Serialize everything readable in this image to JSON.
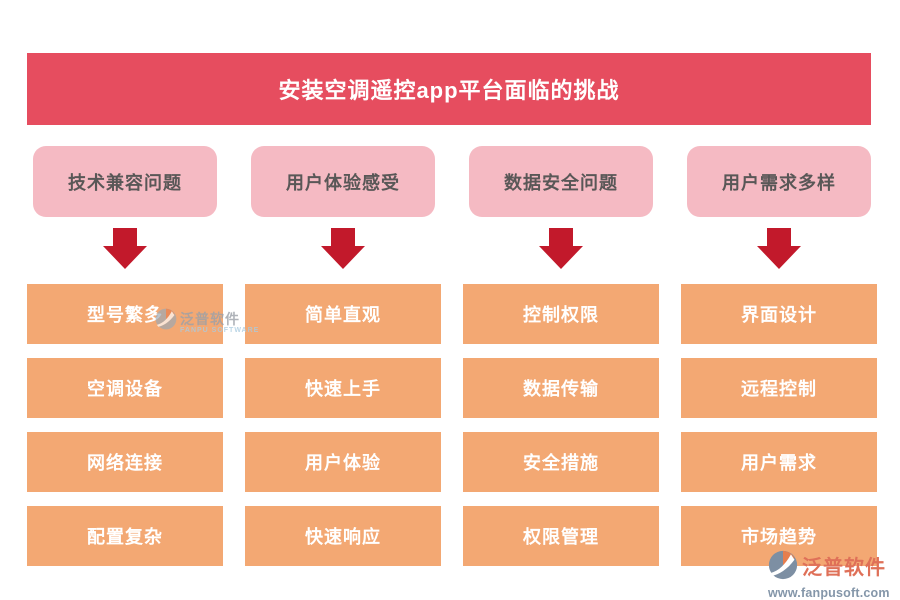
{
  "title": "安装空调遥控app平台面临的挑战",
  "colors": {
    "banner_red": "#E64D5F",
    "pink": "#F5BAC3",
    "header_text": "#595757",
    "arrow_red": "#C2192B",
    "orange": "#F3A873",
    "item_text": "#FFFFFF",
    "footer_text": "#DF7058",
    "footer_url": "#8496A9",
    "wm_gray": "#9CA1A8",
    "wm_blue": "#A9CBE0"
  },
  "columns": [
    {
      "header": "技术兼容问题",
      "items": [
        "型号繁多",
        "空调设备",
        "网络连接",
        "配置复杂"
      ]
    },
    {
      "header": "用户体验感受",
      "items": [
        "简单直观",
        "快速上手",
        "用户体验",
        "快速响应"
      ]
    },
    {
      "header": "数据安全问题",
      "items": [
        "控制权限",
        "数据传输",
        "安全措施",
        "权限管理"
      ]
    },
    {
      "header": "用户需求多样",
      "items": [
        "界面设计",
        "远程控制",
        "用户需求",
        "市场趋势"
      ]
    }
  ],
  "watermark": {
    "name": "泛普软件",
    "subtitle": "FANPU SOFTWARE"
  },
  "footer_brand": {
    "name": "泛普软件",
    "url": "www.fanpusoft.com"
  }
}
